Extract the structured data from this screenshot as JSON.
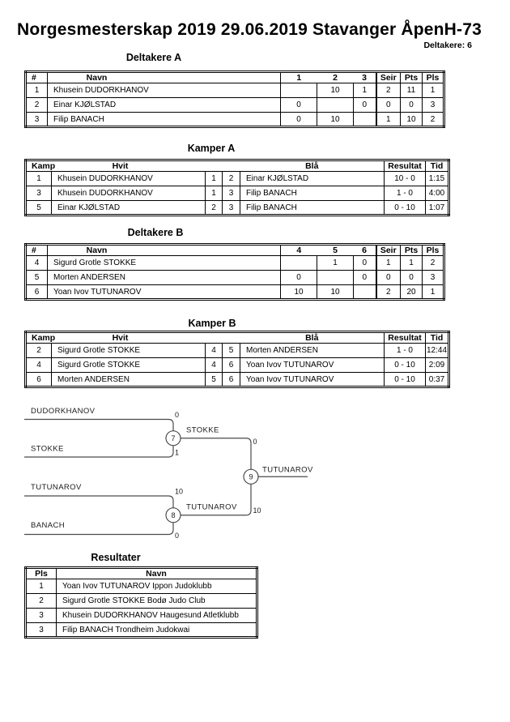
{
  "page": {
    "title": "Norgesmesterskap 2019 29.06.2019 Stavanger ÅpenH-73",
    "participants": "Deltakere: 6"
  },
  "deltakere_a": {
    "heading": "Deltakere A",
    "h": {
      "num": "#",
      "navn": "Navn",
      "c1": "1",
      "c2": "2",
      "c3": "3",
      "seir": "Seir",
      "pts": "Pts",
      "pls": "Pls"
    },
    "rows": [
      {
        "num": "1",
        "navn": "Khusein DUDORKHANOV",
        "c1": "",
        "c2": "10",
        "c3": "1",
        "seir": "2",
        "pts": "11",
        "pls": "1"
      },
      {
        "num": "2",
        "navn": "Einar KJØLSTAD",
        "c1": "0",
        "c2": "",
        "c3": "0",
        "seir": "0",
        "pts": "0",
        "pls": "3"
      },
      {
        "num": "3",
        "navn": "Filip BANACH",
        "c1": "0",
        "c2": "10",
        "c3": "",
        "seir": "1",
        "pts": "10",
        "pls": "2"
      }
    ]
  },
  "kamper_a": {
    "heading": "Kamper A",
    "h": {
      "kamp": "Kamp",
      "hvit": "Hvit",
      "bla": "Blå",
      "res": "Resultat",
      "tid": "Tid"
    },
    "rows": [
      {
        "kamp": "1",
        "hvit": "Khusein DUDORKHANOV",
        "n1": "1",
        "n2": "2",
        "bla": "Einar KJØLSTAD",
        "res": "10 - 0",
        "tid": "1:15"
      },
      {
        "kamp": "3",
        "hvit": "Khusein DUDORKHANOV",
        "n1": "1",
        "n2": "3",
        "bla": "Filip BANACH",
        "res": "1 - 0",
        "tid": "4:00"
      },
      {
        "kamp": "5",
        "hvit": "Einar KJØLSTAD",
        "n1": "2",
        "n2": "3",
        "bla": "Filip BANACH",
        "res": "0 - 10",
        "tid": "1:07"
      }
    ]
  },
  "deltakere_b": {
    "heading": "Deltakere B",
    "h": {
      "num": "#",
      "navn": "Navn",
      "c1": "4",
      "c2": "5",
      "c3": "6",
      "seir": "Seir",
      "pts": "Pts",
      "pls": "Pls"
    },
    "rows": [
      {
        "num": "4",
        "navn": "Sigurd Grotle STOKKE",
        "c1": "",
        "c2": "1",
        "c3": "0",
        "seir": "1",
        "pts": "1",
        "pls": "2"
      },
      {
        "num": "5",
        "navn": "Morten ANDERSEN",
        "c1": "0",
        "c2": "",
        "c3": "0",
        "seir": "0",
        "pts": "0",
        "pls": "3"
      },
      {
        "num": "6",
        "navn": "Yoan Ivov TUTUNAROV",
        "c1": "10",
        "c2": "10",
        "c3": "",
        "seir": "2",
        "pts": "20",
        "pls": "1"
      }
    ]
  },
  "kamper_b": {
    "heading": "Kamper B",
    "h": {
      "kamp": "Kamp",
      "hvit": "Hvit",
      "bla": "Blå",
      "res": "Resultat",
      "tid": "Tid"
    },
    "rows": [
      {
        "kamp": "2",
        "hvit": "Sigurd Grotle STOKKE",
        "n1": "4",
        "n2": "5",
        "bla": "Morten ANDERSEN",
        "res": "1 - 0",
        "tid": "12:44"
      },
      {
        "kamp": "4",
        "hvit": "Sigurd Grotle STOKKE",
        "n1": "4",
        "n2": "6",
        "bla": "Yoan Ivov TUTUNAROV",
        "res": "0 - 10",
        "tid": "2:09"
      },
      {
        "kamp": "6",
        "hvit": "Morten ANDERSEN",
        "n1": "5",
        "n2": "6",
        "bla": "Yoan Ivov TUTUNAROV",
        "res": "0 - 10",
        "tid": "0:37"
      }
    ]
  },
  "bracket": {
    "p1": "DUDORKHANOV",
    "p2": "STOKKE",
    "p3": "TUTUNAROV",
    "p4": "BANACH",
    "s1": "0",
    "s2": "1",
    "s3": "10",
    "s4": "0",
    "m7": "7",
    "m8": "8",
    "m9": "9",
    "w7": "STOKKE",
    "w7_score": "0",
    "w8": "TUTUNAROV",
    "w8_score": "10",
    "w9": "TUTUNAROV"
  },
  "resultater": {
    "heading": "Resultater",
    "h": {
      "pls": "Pls",
      "navn": "Navn"
    },
    "rows": [
      {
        "pls": "1",
        "navn": "Yoan Ivov TUTUNAROV Ippon Judoklubb"
      },
      {
        "pls": "2",
        "navn": "Sigurd Grotle STOKKE Bodø Judo Club"
      },
      {
        "pls": "3",
        "navn": "Khusein DUDORKHANOV Haugesund Atletklubb"
      },
      {
        "pls": "3",
        "navn": "Filip BANACH Trondheim Judokwai"
      }
    ]
  }
}
